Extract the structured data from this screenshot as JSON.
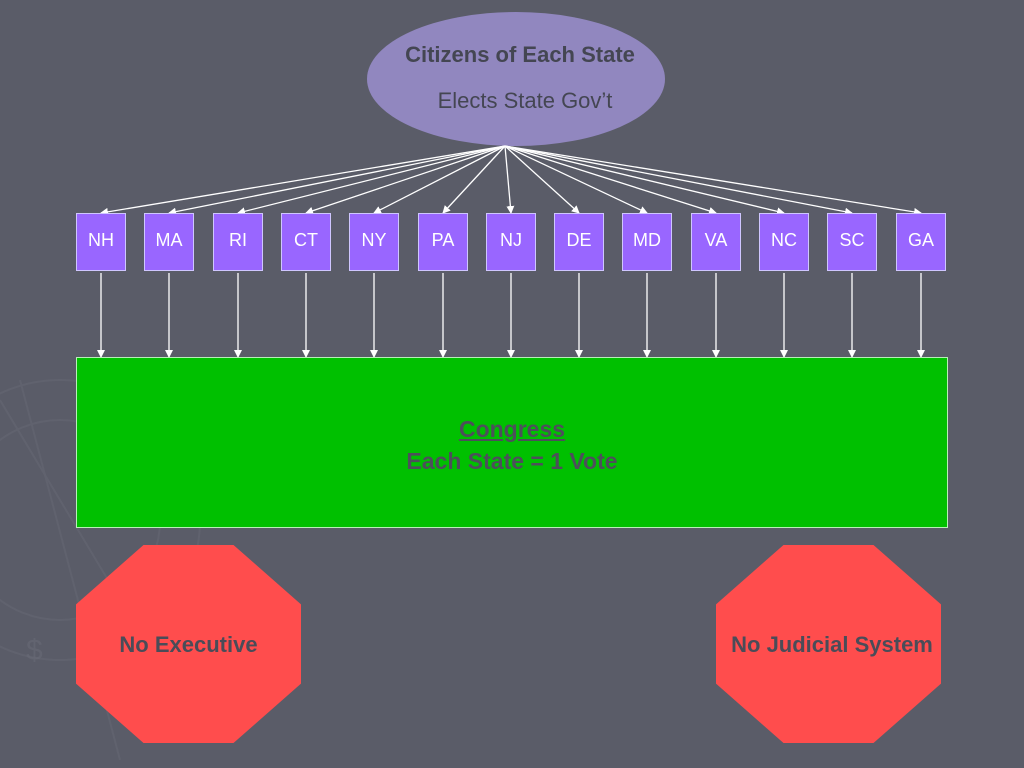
{
  "ellipse": {
    "title": "Citizens of Each State",
    "subtitle": "Elects State Gov’t"
  },
  "states": [
    "NH",
    "MA",
    "RI",
    "CT",
    "NY",
    "PA",
    "NJ",
    "DE",
    "MD",
    "VA",
    "NC",
    "SC",
    "GA"
  ],
  "congress": {
    "title": "Congress",
    "subtitle": "Each State = 1 Vote"
  },
  "no_executive": "No Executive",
  "no_judicial": "No Judicial System",
  "colors": {
    "background": "#5a5c68",
    "ellipse": "#9187bf",
    "state_box": "#9966ff",
    "congress": "#00c000",
    "octagon": "#ff4d4d",
    "arrow": "#ffffff"
  }
}
